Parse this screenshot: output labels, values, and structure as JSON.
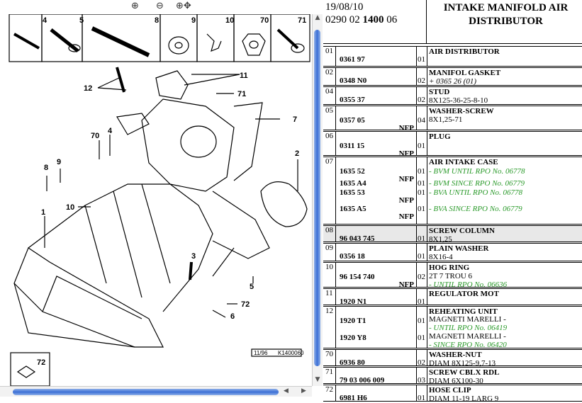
{
  "toolbar": {
    "zoom_in_label": "⊕",
    "zoom_out_label": "⊖",
    "pan_label": "⊕✥"
  },
  "drawing": {
    "callouts": [
      "4",
      "5",
      "8",
      "9",
      "10",
      "70",
      "71",
      "72"
    ],
    "labels": {
      "n11": "11",
      "n12": "12",
      "n71": "71",
      "n7": "7",
      "n70": "70",
      "n4": "4",
      "n9": "9",
      "n8": "8",
      "n2": "2",
      "n1": "1",
      "n10": "10",
      "n3": "3",
      "n5": "5",
      "n72": "72",
      "n6": "6",
      "date": "11/96",
      "ref": "K1400060",
      "inset72": "72"
    }
  },
  "header": {
    "date": "19/08/10",
    "code_prefix": "0290 02 ",
    "code_bold": "1400",
    "code_suffix": " 06",
    "title": "INTAKE MANIFOLD AIR DISTRIBUTOR"
  },
  "colors": {
    "green": "#2a9a2a",
    "scroll": "#3c6fd6"
  },
  "rows": [
    {
      "n": "01",
      "h": 27,
      "lines": [
        {
          "ref": "0361 97",
          "qty": "01",
          "nfp": ""
        }
      ],
      "desc": [
        {
          "t": "AIR DISTRIBUTOR",
          "s": "b"
        }
      ]
    },
    {
      "n": "02",
      "h": 24,
      "lines": [
        {
          "ref": "0348 N0",
          "qty": "02",
          "nfp": ""
        }
      ],
      "desc": [
        {
          "t": "MANIFOL GASKET",
          "s": "b"
        },
        {
          "t": "+ 0365 26 (01)",
          "s": "i"
        }
      ]
    },
    {
      "n": "04",
      "h": 24,
      "lines": [
        {
          "ref": "0355 37",
          "qty": "02",
          "nfp": ""
        }
      ],
      "desc": [
        {
          "t": "STUD",
          "s": "b"
        },
        {
          "t": "8X125-36-25-8-10",
          "s": ""
        }
      ]
    },
    {
      "n": "05",
      "h": 33,
      "lines": [
        {
          "ref": "0357 05",
          "qty": "04",
          "nfp": "NFP"
        }
      ],
      "desc": [
        {
          "t": "WASHER-SCREW",
          "s": "b"
        },
        {
          "t": "8X1,25-71",
          "s": ""
        }
      ]
    },
    {
      "n": "06",
      "h": 33,
      "lines": [
        {
          "ref": "0311 15",
          "qty": "01",
          "nfp": "NFP"
        }
      ],
      "desc": [
        {
          "t": "PLUG",
          "s": "b"
        }
      ]
    },
    {
      "n": "07",
      "h": 94,
      "lines": [
        {
          "ref": "1635 52",
          "qty": "01",
          "nfp": "NFP"
        },
        {
          "ref": "1635 A4",
          "qty": "01",
          "nfp": ""
        },
        {
          "ref": "1635 53",
          "qty": "01",
          "nfp": "NFP"
        },
        {
          "ref": "1635 A5",
          "qty": "01",
          "nfp": "NFP"
        }
      ],
      "desc": [
        {
          "t": "AIR INTAKE CASE",
          "s": "b"
        },
        {
          "t": "- BVM UNTIL RPO No. 06778",
          "s": "g"
        },
        {
          "t": "- BVM SINCE RPO No. 06779",
          "s": "g"
        },
        {
          "t": "- BVA UNTIL RPO No. 06778",
          "s": "g"
        },
        {
          "t": "- BVA SINCE RPO No. 06779",
          "s": "g"
        }
      ]
    },
    {
      "n": "08",
      "h": 22,
      "hl": true,
      "lines": [
        {
          "ref": "96 043 745",
          "qty": "01",
          "nfp": ""
        }
      ],
      "desc": [
        {
          "t": "SCREW COLUMN",
          "s": "b"
        },
        {
          "t": "8X1,25",
          "s": ""
        }
      ]
    },
    {
      "n": "09",
      "h": 24,
      "lines": [
        {
          "ref": "0356 18",
          "qty": "01",
          "nfp": ""
        }
      ],
      "desc": [
        {
          "t": "PLAIN WASHER",
          "s": "b"
        },
        {
          "t": "8X16-4",
          "s": ""
        }
      ]
    },
    {
      "n": "10",
      "h": 34,
      "lines": [
        {
          "ref": "96 154 740",
          "qty": "02",
          "nfp": "NFP"
        }
      ],
      "desc": [
        {
          "t": "HOG RING",
          "s": "b"
        },
        {
          "t": "2T 7 TROU 6",
          "s": ""
        },
        {
          "t": "- UNTIL RPO No. 06636",
          "s": "g"
        }
      ]
    },
    {
      "n": "11",
      "h": 22,
      "lines": [
        {
          "ref": "1920 N1",
          "qty": "01",
          "nfp": ""
        }
      ],
      "desc": [
        {
          "t": "REGULATOR MOT",
          "s": "b"
        }
      ]
    },
    {
      "n": "12",
      "h": 58,
      "lines": [
        {
          "ref": "1920 T1",
          "qty": "01",
          "nfp": ""
        },
        {
          "ref": "1920 Y8",
          "qty": "01",
          "nfp": ""
        }
      ],
      "desc": [
        {
          "t": "REHEATING UNIT",
          "s": "b"
        },
        {
          "t": "MAGNETI MARELLI -",
          "s": ""
        },
        {
          "t": "- UNTIL RPO No. 06419",
          "s": "g"
        },
        {
          "t": "MAGNETI MARELLI -",
          "s": ""
        },
        {
          "t": "- SINCE RPO No. 06420",
          "s": "g"
        }
      ]
    },
    {
      "n": "70",
      "h": 22,
      "lines": [
        {
          "ref": "6936 80",
          "qty": "02",
          "nfp": ""
        }
      ],
      "desc": [
        {
          "t": "WASHER-NUT",
          "s": "b"
        },
        {
          "t": "DIAM 8X125-9,7-13",
          "s": ""
        }
      ]
    },
    {
      "n": "71",
      "h": 22,
      "lines": [
        {
          "ref": "79 03 006 009",
          "qty": "03",
          "nfp": ""
        }
      ],
      "desc": [
        {
          "t": "SCREW CBLX RDL",
          "s": "b"
        },
        {
          "t": "DIAM 6X100-30",
          "s": ""
        }
      ]
    },
    {
      "n": "72",
      "h": 22,
      "lines": [
        {
          "ref": "6981 H6",
          "qty": "01",
          "nfp": ""
        }
      ],
      "desc": [
        {
          "t": "HOSE CLIP",
          "s": "b"
        },
        {
          "t": "DIAM 11-19 LARG 9",
          "s": ""
        }
      ]
    }
  ]
}
